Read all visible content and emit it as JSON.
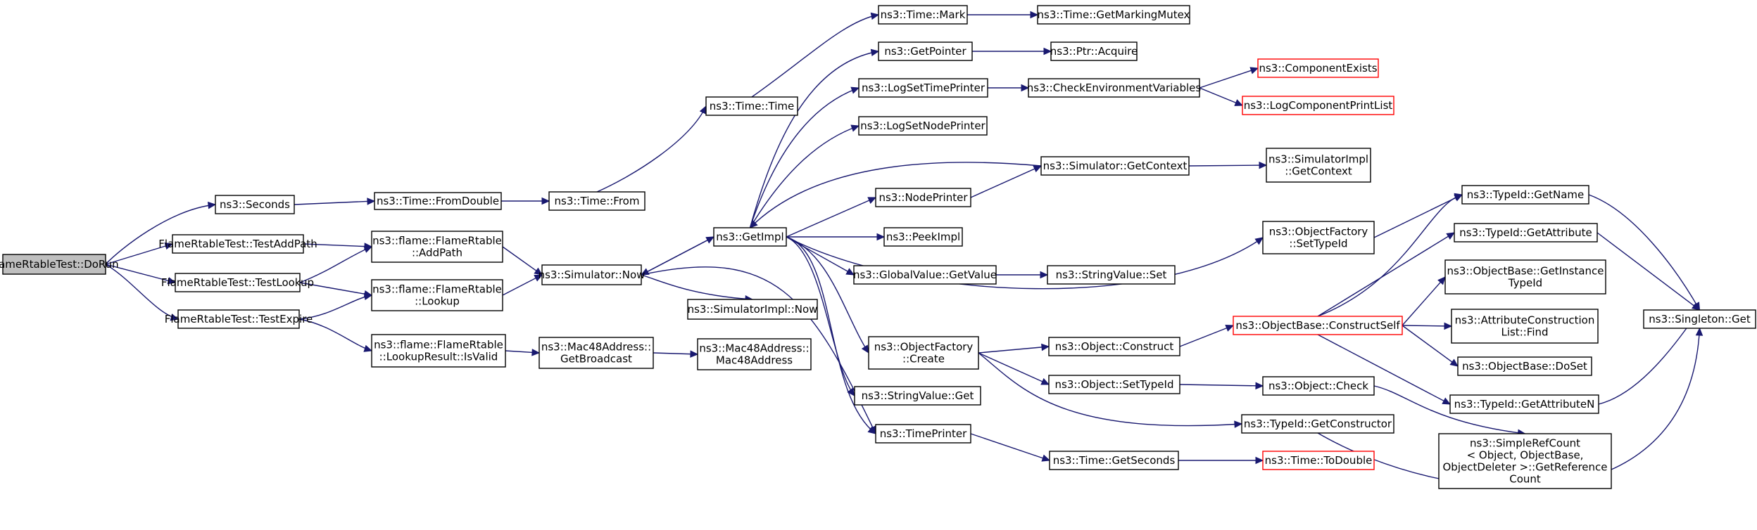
{
  "colors": {
    "edge": "#191970",
    "border": "#000000",
    "border_missing": "#ff0000",
    "fill": "#ffffff",
    "fill_root": "#bfbfbf"
  },
  "nodes": [
    {
      "id": "dorun",
      "lines": [
        "FlameRtableTest::DoRun"
      ],
      "kind": "root"
    },
    {
      "id": "seconds",
      "lines": [
        "ns3::Seconds"
      ]
    },
    {
      "id": "testaddpath",
      "lines": [
        "FlameRtableTest::TestAddPath"
      ]
    },
    {
      "id": "testlookup",
      "lines": [
        "FlameRtableTest::TestLookup"
      ]
    },
    {
      "id": "testexpire",
      "lines": [
        "FlameRtableTest::TestExpire"
      ]
    },
    {
      "id": "fromdouble",
      "lines": [
        "ns3::Time::FromDouble"
      ]
    },
    {
      "id": "addpath",
      "lines": [
        "ns3::flame::FlameRtable",
        "::AddPath"
      ]
    },
    {
      "id": "lookup",
      "lines": [
        "ns3::flame::FlameRtable",
        "::Lookup"
      ]
    },
    {
      "id": "isvalid",
      "lines": [
        "ns3::flame::FlameRtable",
        "::LookupResult::IsValid"
      ]
    },
    {
      "id": "from",
      "lines": [
        "ns3::Time::From"
      ]
    },
    {
      "id": "simnow",
      "lines": [
        "ns3::Simulator::Now"
      ]
    },
    {
      "id": "getbroadcast",
      "lines": [
        "ns3::Mac48Address::",
        "GetBroadcast"
      ]
    },
    {
      "id": "timetime",
      "lines": [
        "ns3::Time::Time"
      ]
    },
    {
      "id": "getimpl",
      "lines": [
        "ns3::GetImpl"
      ]
    },
    {
      "id": "simimplnow",
      "lines": [
        "ns3::SimulatorImpl::Now"
      ]
    },
    {
      "id": "mac48",
      "lines": [
        "ns3::Mac48Address::",
        "Mac48Address"
      ]
    },
    {
      "id": "mark",
      "lines": [
        "ns3::Time::Mark"
      ]
    },
    {
      "id": "getpointer",
      "lines": [
        "ns3::GetPointer"
      ]
    },
    {
      "id": "logsettime",
      "lines": [
        "ns3::LogSetTimePrinter"
      ]
    },
    {
      "id": "logsetnode",
      "lines": [
        "ns3::LogSetNodePrinter"
      ]
    },
    {
      "id": "nodeprinter",
      "lines": [
        "ns3::NodePrinter"
      ]
    },
    {
      "id": "peekimpl",
      "lines": [
        "ns3::PeekImpl"
      ]
    },
    {
      "id": "gvget",
      "lines": [
        "ns3::GlobalValue::GetValue"
      ]
    },
    {
      "id": "ofcreate",
      "lines": [
        "ns3::ObjectFactory",
        "::Create"
      ]
    },
    {
      "id": "svget",
      "lines": [
        "ns3::StringValue::Get"
      ]
    },
    {
      "id": "timeprinter",
      "lines": [
        "ns3::TimePrinter"
      ]
    },
    {
      "id": "getmarkingmutex",
      "lines": [
        "ns3::Time::GetMarkingMutex"
      ]
    },
    {
      "id": "ptracquire",
      "lines": [
        "ns3::Ptr::Acquire"
      ]
    },
    {
      "id": "checkenv",
      "lines": [
        "ns3::CheckEnvironmentVariables"
      ]
    },
    {
      "id": "simgetcontext",
      "lines": [
        "ns3::Simulator::GetContext"
      ]
    },
    {
      "id": "svset",
      "lines": [
        "ns3::StringValue::Set"
      ]
    },
    {
      "id": "objconstruct",
      "lines": [
        "ns3::Object::Construct"
      ]
    },
    {
      "id": "objsettypeid",
      "lines": [
        "ns3::Object::SetTypeId"
      ]
    },
    {
      "id": "getseconds",
      "lines": [
        "ns3::Time::GetSeconds"
      ]
    },
    {
      "id": "compexists",
      "lines": [
        "ns3::ComponentExists"
      ],
      "kind": "missing"
    },
    {
      "id": "logcompprint",
      "lines": [
        "ns3::LogComponentPrintList"
      ],
      "kind": "missing"
    },
    {
      "id": "simimplgetctx",
      "lines": [
        "ns3::SimulatorImpl",
        "::GetContext"
      ]
    },
    {
      "id": "ofsettypeid",
      "lines": [
        "ns3::ObjectFactory",
        "::SetTypeId"
      ]
    },
    {
      "id": "constructself",
      "lines": [
        "ns3::ObjectBase::ConstructSelf"
      ],
      "kind": "missing"
    },
    {
      "id": "objcheck",
      "lines": [
        "ns3::Object::Check"
      ]
    },
    {
      "id": "getconstructor",
      "lines": [
        "ns3::TypeId::GetConstructor"
      ]
    },
    {
      "id": "todouble",
      "lines": [
        "ns3::Time::ToDouble"
      ],
      "kind": "missing"
    },
    {
      "id": "getname",
      "lines": [
        "ns3::TypeId::GetName"
      ]
    },
    {
      "id": "getattribute",
      "lines": [
        "ns3::TypeId::GetAttribute"
      ]
    },
    {
      "id": "getinstancetypeid",
      "lines": [
        "ns3::ObjectBase::GetInstance",
        "TypeId"
      ]
    },
    {
      "id": "acfind",
      "lines": [
        "ns3::AttributeConstruction",
        "List::Find"
      ]
    },
    {
      "id": "doset",
      "lines": [
        "ns3::ObjectBase::DoSet"
      ]
    },
    {
      "id": "getattributen",
      "lines": [
        "ns3::TypeId::GetAttributeN"
      ]
    },
    {
      "id": "getrefcount",
      "lines": [
        "ns3::SimpleRefCount",
        "< Object, ObjectBase,",
        "ObjectDeleter >::GetReference",
        "Count"
      ]
    },
    {
      "id": "singletonget",
      "lines": [
        "ns3::Singleton::Get"
      ]
    }
  ]
}
